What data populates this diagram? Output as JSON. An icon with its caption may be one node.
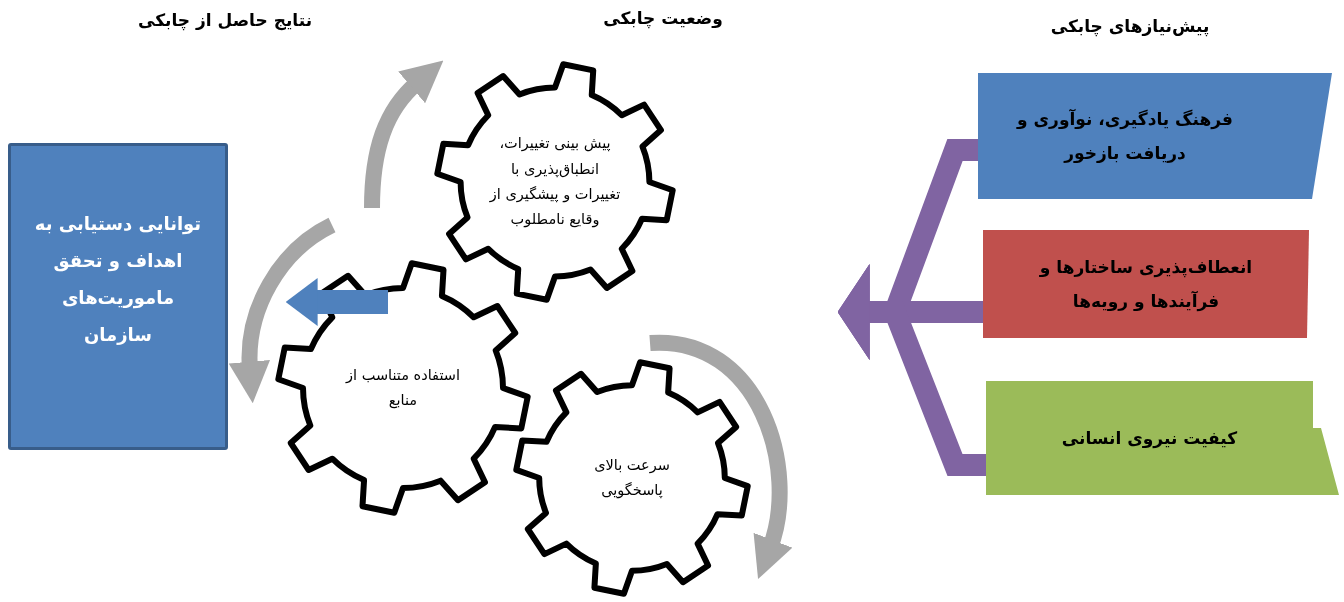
{
  "diagram": {
    "nodes": [
      {
        "text": [
          "توانایی دستیابی به اهداف و تحقق ماموریت‌های سازمان"
        ]
      },
      {
        "text": [
          "پیش بینی تغییرات، انطباق‌پذیری با تغییرات و پیشگیری از وقایع نامطلوب"
        ]
      },
      {
        "text": [
          "استفاده متناسب از منابع"
        ]
      },
      {
        "text": [
          "سرعت بالای پاسخگویی"
        ]
      },
      {
        "text": [
          "فرهنگ یادگیری، نوآوری و دریافت بازخور"
        ]
      },
      {
        "text": [
          "انعطاف‌پذیری ساختارها و فرآیندها و رویه‌ها"
        ]
      },
      {
        "text": [
          "کیفیت نیروی انسانی"
        ]
      }
    ],
    "edges": [
      {
        "from": 4,
        "to": null,
        "arrow": "to",
        "color": "#8064a2"
      },
      {
        "from": 5,
        "to": null,
        "arrow": "to",
        "color": "#8064a2"
      },
      {
        "from": 6,
        "to": null,
        "arrow": "to",
        "color": "#8064a2"
      },
      {
        "from": null,
        "to": 2,
        "arrow": "to",
        "color": "#4f81bd"
      }
    ],
    "labels": [
      "پیش‌نیازهای چابکی",
      "وضعیت چابکی",
      "نتایج حاصل از چابکی"
    ]
  }
}
